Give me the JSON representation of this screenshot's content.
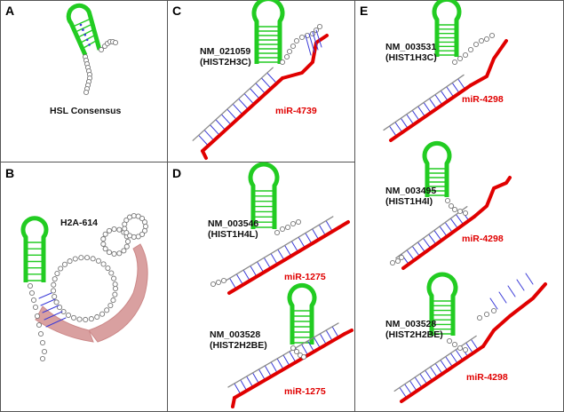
{
  "panels": {
    "A": {
      "label": "A",
      "caption": "HSL Consensus"
    },
    "B": {
      "label": "B",
      "caption": "H2A-614"
    },
    "C": {
      "label": "C",
      "gene_id": "NM_021059",
      "gene_name": "(HIST2H3C)",
      "mirna": "miR-4739"
    },
    "D": {
      "label": "D",
      "top": {
        "gene_id": "NM_003546",
        "gene_name": "(HIST1H4L)",
        "mirna": "miR-1275"
      },
      "bottom": {
        "gene_id": "NM_003528",
        "gene_name": "(HIST2H2BE)",
        "mirna": "miR-1275"
      }
    },
    "E": {
      "label": "E",
      "top": {
        "gene_id": "NM_003531",
        "gene_name": "(HIST1H3C)",
        "mirna": "miR-4298"
      },
      "middle": {
        "gene_id": "NM_003495",
        "gene_name": "(HIST1H4I)",
        "mirna": "miR-4298"
      },
      "bottom": {
        "gene_id": "NM_003528",
        "gene_name": "(HIST2H2BE)",
        "mirna": "miR-4298"
      }
    }
  },
  "colors": {
    "stem_loop": "#22cc22",
    "mirna_strand": "#e00000",
    "mrna_strand": "#8a8a8a",
    "base_pair": "#3a3ad8",
    "interaction_shading": "#d9a0a0"
  }
}
